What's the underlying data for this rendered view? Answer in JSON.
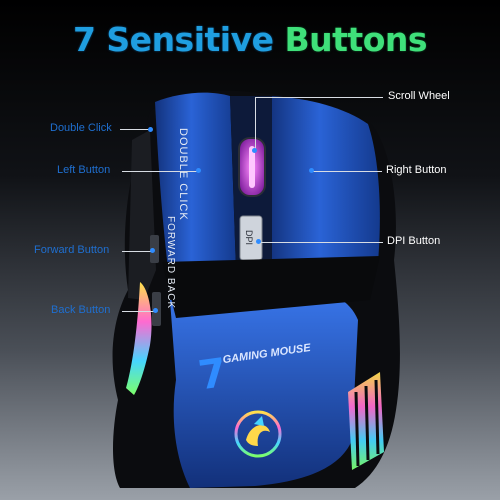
{
  "title": {
    "part1": "7 Sensitive",
    "part2": "Buttons"
  },
  "labels": {
    "scroll_wheel": "Scroll Wheel",
    "double_click": "Double Click",
    "left_button": "Left Button",
    "right_button": "Right Button",
    "forward_button": "Forward Button",
    "dpi_button": "DPI Button",
    "back_button": "Back Button"
  },
  "mouse_print": {
    "double_click": "DOUBLE CLICK",
    "forward_back": "FORWARD BACK",
    "dpi": "DPI",
    "logo_number": "7",
    "logo_text": "GAMING MOUSE"
  },
  "colors": {
    "title_blue": "#1f9ee0",
    "title_green": "#3fe07a",
    "mouse_blue": "#1e4fb8",
    "mouse_black": "#0b0c0f",
    "label_blue": "#1f6fd0"
  },
  "icons": {
    "logo": "dragon-emblem-icon",
    "rgb_led": "rgb-led-strip"
  }
}
